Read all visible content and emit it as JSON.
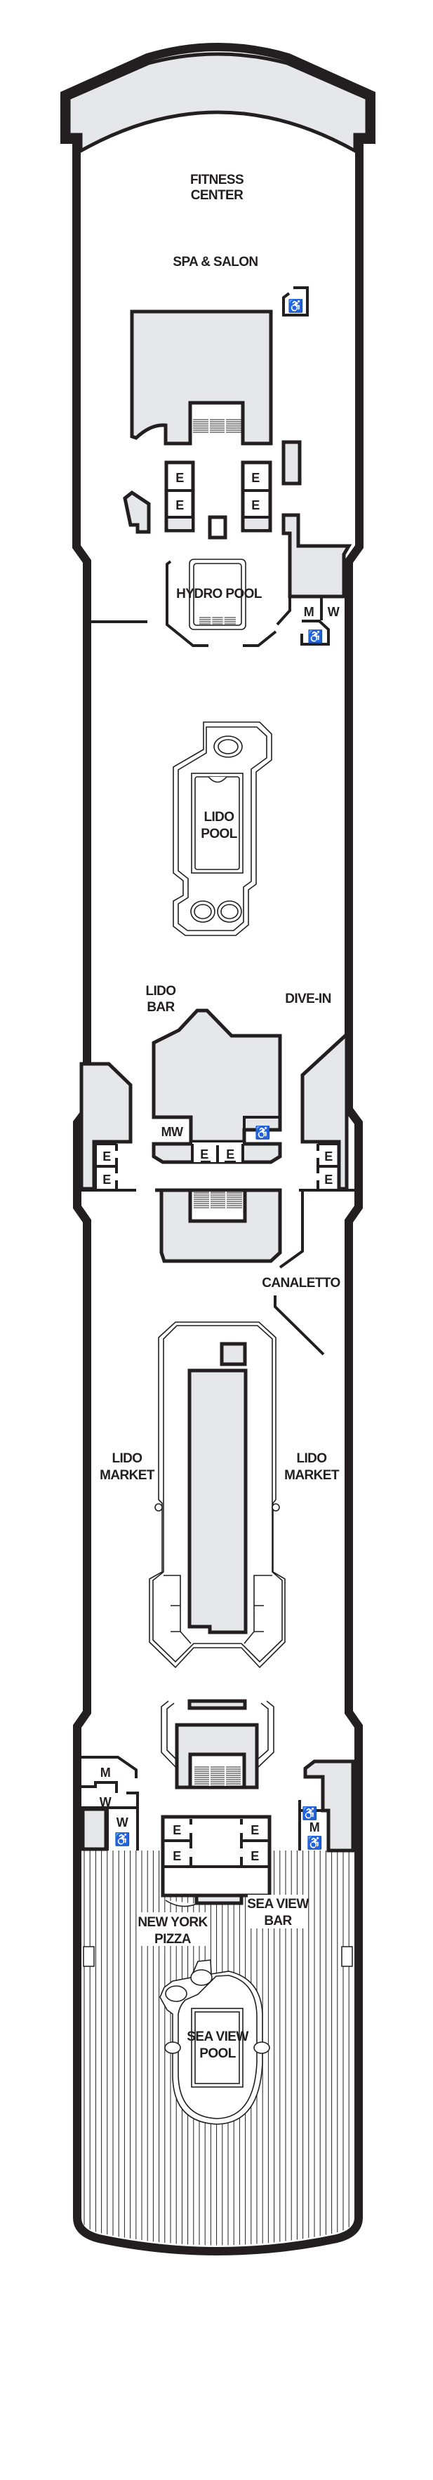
{
  "colors": {
    "line": "#231f20",
    "fill": "#e6e7e8",
    "background": "#ffffff"
  },
  "labels": {
    "fitness_1": "FITNESS",
    "fitness_2": "CENTER",
    "spa": "SPA & SALON",
    "hydro": "HYDRO POOL",
    "lido_pool_1": "LIDO",
    "lido_pool_2": "POOL",
    "lido_bar_1": "LIDO",
    "lido_bar_2": "BAR",
    "dive_in": "DIVE-IN",
    "canaletto": "CANALETTO",
    "market_left_1": "LIDO",
    "market_left_2": "MARKET",
    "market_right_1": "LIDO",
    "market_right_2": "MARKET",
    "pizza_1": "NEW YORK",
    "pizza_2": "PIZZA",
    "sea_bar_1": "SEA VIEW",
    "sea_bar_2": "BAR",
    "sea_pool_1": "SEA VIEW",
    "sea_pool_2": "POOL"
  },
  "symbols": {
    "elevator": "E",
    "men": "M",
    "women": "W",
    "men_women": "MW",
    "accessible_icon": "wheelchair-icon",
    "stairs_icon": "stairs-icon"
  }
}
